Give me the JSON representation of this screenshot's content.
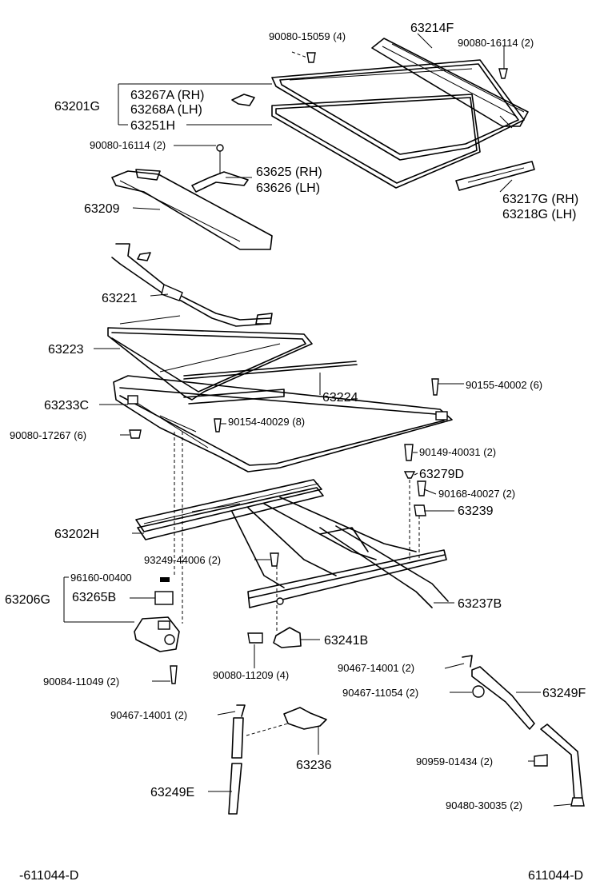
{
  "labels": {
    "p90080_15059": "90080-15059 (4)",
    "p63214F": "63214F",
    "p90080_16114_top": "90080-16114 (2)",
    "p63201G": "63201G",
    "p63267A": "63267A (RH)",
    "p63268A": "63268A (LH)",
    "p63251H": "63251H",
    "p90080_16114_left": "90080-16114 (2)",
    "p63625": "63625 (RH)",
    "p63626": "63626 (LH)",
    "p63217G": "63217G (RH)",
    "p63218G": "63218G (LH)",
    "p63209": "63209",
    "p63221": "63221",
    "p63223": "63223",
    "p63224": "63224",
    "p90155_40002": "90155-40002 (6)",
    "p63233C": "63233C",
    "p90154_40029": "90154-40029 (8)",
    "p90080_17267": "90080-17267 (6)",
    "p90149_40031": "90149-40031 (2)",
    "p63279D": "63279D",
    "p90168_40027": "90168-40027 (2)",
    "p63239": "63239",
    "p63202H": "63202H",
    "p93249_44006": "93249-44006 (2)",
    "p96160_00400": "96160-00400",
    "p63206G": "63206G",
    "p63265B": "63265B",
    "p63237B": "63237B",
    "p63241B": "63241B",
    "p90467_14001_r": "90467-14001 (2)",
    "p90467_11054": "90467-11054 (2)",
    "p63249F": "63249F",
    "p90084_11049": "90084-11049 (2)",
    "p90080_11209": "90080-11209 (4)",
    "p90467_14001_l": "90467-14001 (2)",
    "p63236": "63236",
    "p90959_01434": "90959-01434 (2)",
    "p63249E": "63249E",
    "p90480_30035": "90480-30035 (2)",
    "footer_left": "-611044-D",
    "footer_right": "611044-D"
  }
}
